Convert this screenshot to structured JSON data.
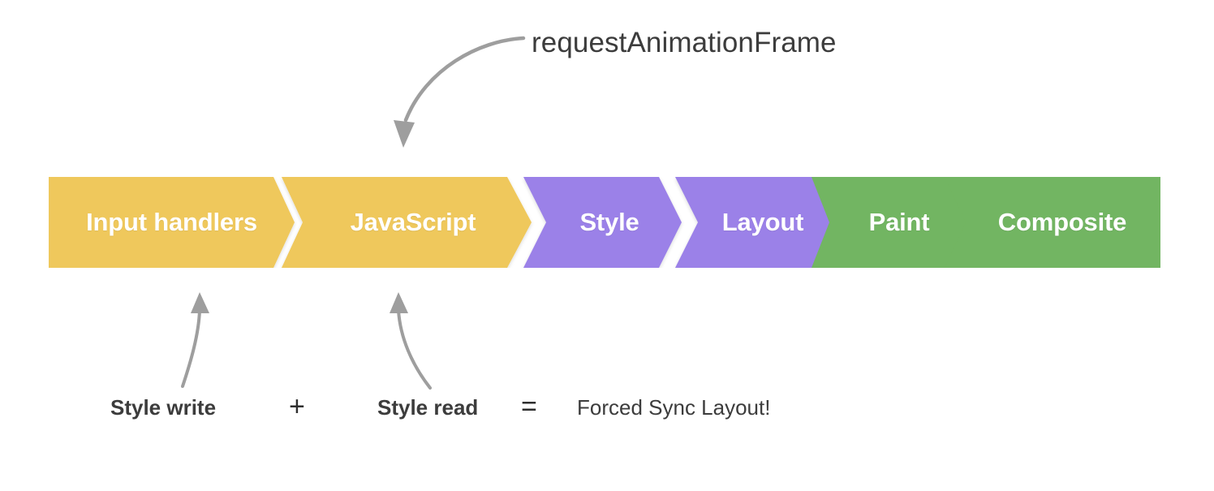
{
  "meta": {
    "title": "Browser rendering pipeline — Forced Sync Layout"
  },
  "annotations": {
    "raf_label": "requestAnimationFrame",
    "raf_arrow_name": "curved-arrow-icon",
    "write_arrow_name": "curved-up-arrow-icon",
    "read_arrow_name": "curved-up-arrow-icon"
  },
  "pipeline": {
    "stages": [
      {
        "label": "Input handlers",
        "color": "#EFC85B",
        "group": "javascript"
      },
      {
        "label": "JavaScript",
        "color": "#EFC85B",
        "group": "javascript"
      },
      {
        "label": "Style",
        "color": "#9B81E8",
        "group": "style-layout"
      },
      {
        "label": "Layout",
        "color": "#9B81E8",
        "group": "style-layout"
      },
      {
        "label": "Paint",
        "color": "#72B562",
        "group": "paint-composite"
      },
      {
        "label": "Composite",
        "color": "#72B562",
        "group": "paint-composite"
      }
    ]
  },
  "formula": {
    "term1": "Style write",
    "operator1": "+",
    "term2": "Style read",
    "operator2": "=",
    "result": "Forced Sync Layout!"
  },
  "colors": {
    "yellow": "#EFC85B",
    "purple": "#9B81E8",
    "green": "#72B562",
    "arrow_gray": "#9E9E9E",
    "text_dark": "#3C3C3C",
    "background": "#FFFFFF"
  }
}
